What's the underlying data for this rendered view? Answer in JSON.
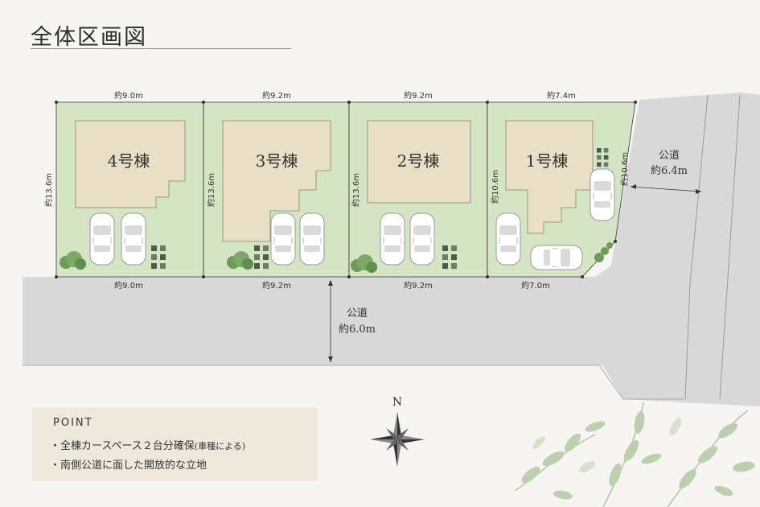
{
  "title": "全体区画図",
  "lots": [
    {
      "label": "4号棟",
      "top": "約9.0m",
      "bottom": "約9.0m",
      "left": "約13.6m"
    },
    {
      "label": "3号棟",
      "top": "約9.2m",
      "bottom": "約9.2m",
      "left": "約13.6m"
    },
    {
      "label": "2号棟",
      "top": "約9.2m",
      "bottom": "約9.2m",
      "left": "約13.6m"
    },
    {
      "label": "1号棟",
      "top": "約7.4m",
      "bottom": "約7.0m",
      "left": "約10.6m",
      "right": "約10.6m"
    }
  ],
  "roads": {
    "east": {
      "name": "公道",
      "width": "約6.4m"
    },
    "south": {
      "name": "公道",
      "width": "約6.0m"
    }
  },
  "compass": "N",
  "point": {
    "title": "POINT",
    "items": [
      {
        "text": "・全棟カースペース２台分確保",
        "note": "(車種による)"
      },
      {
        "text": "・南側公道に面した開放的な立地",
        "note": ""
      }
    ]
  }
}
